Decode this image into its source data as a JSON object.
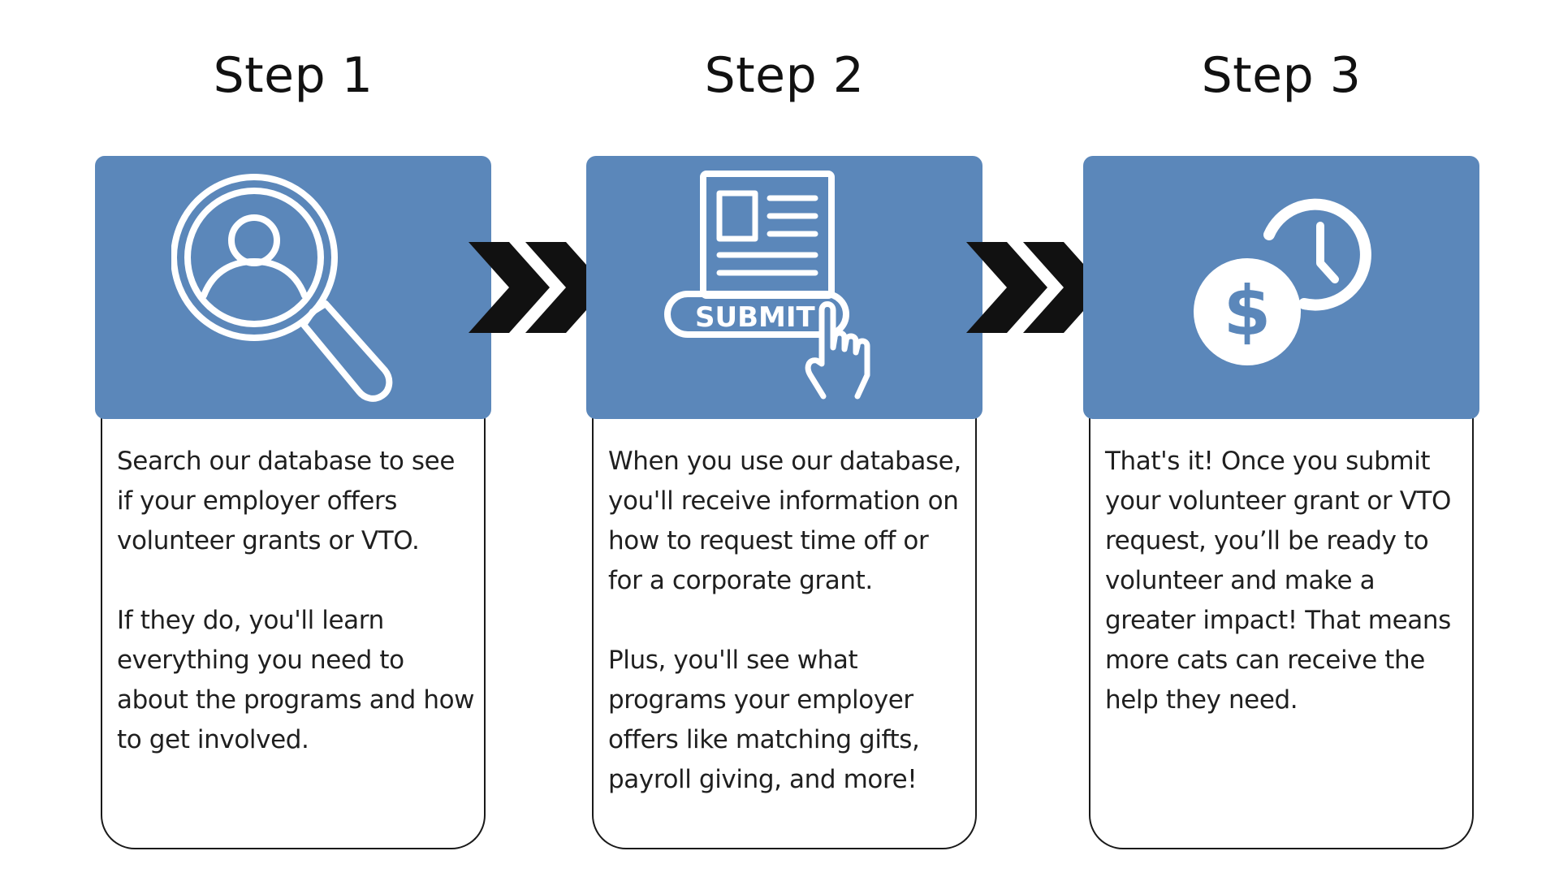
{
  "steps": [
    {
      "title": "Step 1",
      "icon": "search-person-icon",
      "paragraphs": [
        "Search our database to see if your employer offers volunteer grants or VTO.",
        "If they do, you'll learn everything you need to about the programs and how to get involved."
      ]
    },
    {
      "title": "Step 2",
      "icon": "submit-form-icon",
      "icon_label": "SUBMIT",
      "paragraphs": [
        "When you use our database, you'll receive information on how to request time off or for a corporate grant.",
        "Plus, you'll see what programs your employer offers like matching gifts, payroll giving, and more!"
      ]
    },
    {
      "title": "Step 3",
      "icon": "dollar-clock-icon",
      "icon_label": "$",
      "paragraphs": [
        "That's it! Once you submit your volunteer grant or VTO request, you’ll be ready to volunteer and make a greater impact! That means more cats can receive the help they need."
      ]
    }
  ],
  "connector_icon": "double-chevron-right-icon",
  "colors": {
    "header_blue": "#5b87ba",
    "border": "#1a1a1a",
    "chevron": "#111111",
    "icon_stroke": "#ffffff"
  }
}
